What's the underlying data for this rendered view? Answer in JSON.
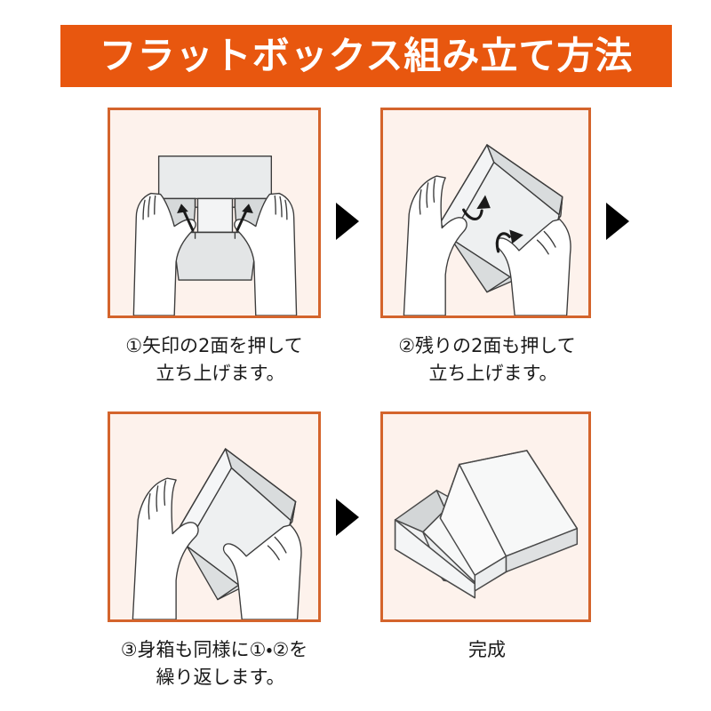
{
  "header": {
    "title": "フラットボックス組み立て方法",
    "background_color": "#e8570f",
    "text_color": "#ffffff"
  },
  "theme": {
    "panel_border_color": "#d4642c",
    "panel_background_color": "#fdf2ec",
    "page_background_color": "#ffffff",
    "arrow_color": "#000000",
    "illustration_line_color": "#3c3c3c",
    "illustration_paper_color": "#eef0f1",
    "illustration_shade_color": "#d6d9da"
  },
  "steps": [
    {
      "number": "①",
      "panel_name": "step-1-illustration",
      "illustration": "two-hands-pressing-flat-box-with-two-up-arrows",
      "caption_line_1": "①矢印の2面を押して",
      "caption_line_2": "立ち上げます。"
    },
    {
      "number": "②",
      "panel_name": "step-2-illustration",
      "illustration": "two-hands-folding-remaining-two-sides-with-curved-arrows",
      "caption_line_1": "②残りの2面も押して",
      "caption_line_2": "立ち上げます。"
    },
    {
      "number": "③",
      "panel_name": "step-3-illustration",
      "illustration": "two-hands-holding-assembled-lid-box",
      "caption_line_1": "③身箱も同様に①・②を",
      "caption_line_2": "繰り返します。"
    },
    {
      "number": "完成",
      "panel_name": "step-4-illustration",
      "illustration": "finished-box-with-lid-resting-on-base",
      "caption_line_1": "完成",
      "caption_line_2": ""
    }
  ],
  "flow_arrows": [
    {
      "name": "flow-arrow-step1-to-step2",
      "direction": "right"
    },
    {
      "name": "flow-arrow-step2-to-step3",
      "direction": "right"
    },
    {
      "name": "flow-arrow-step3-to-step4",
      "direction": "right"
    }
  ]
}
